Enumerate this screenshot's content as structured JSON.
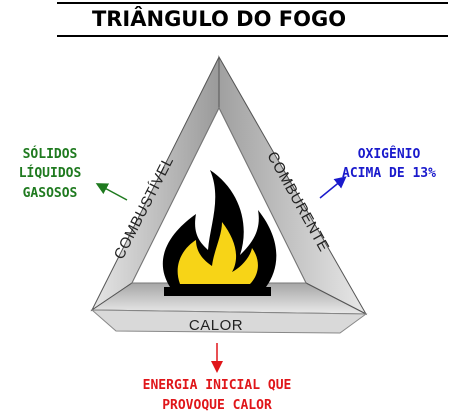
{
  "title": "TRIÂNGULO DO FOGO",
  "sides": {
    "left": "COMBUSTÍVEL",
    "right": "COMBURENTE",
    "bottom": "CALOR"
  },
  "left_note": {
    "lines": [
      "SÓLIDOS",
      "LÍQUIDOS",
      "GASOSOS"
    ],
    "color": "#1f7a1f"
  },
  "right_note": {
    "lines": [
      "OXIGÊNIO",
      "ACIMA DE 13%"
    ],
    "color": "#1a1acc"
  },
  "bottom_note": {
    "lines": [
      "ENERGIA INICIAL QUE",
      "PROVOQUE CALOR"
    ],
    "color": "#e0161a"
  },
  "colors": {
    "triangle_border": "#b8b8b8",
    "flame_outer": "#000000",
    "flame_inner": "#f7d417"
  },
  "icons": {
    "center": "flame-icon"
  }
}
